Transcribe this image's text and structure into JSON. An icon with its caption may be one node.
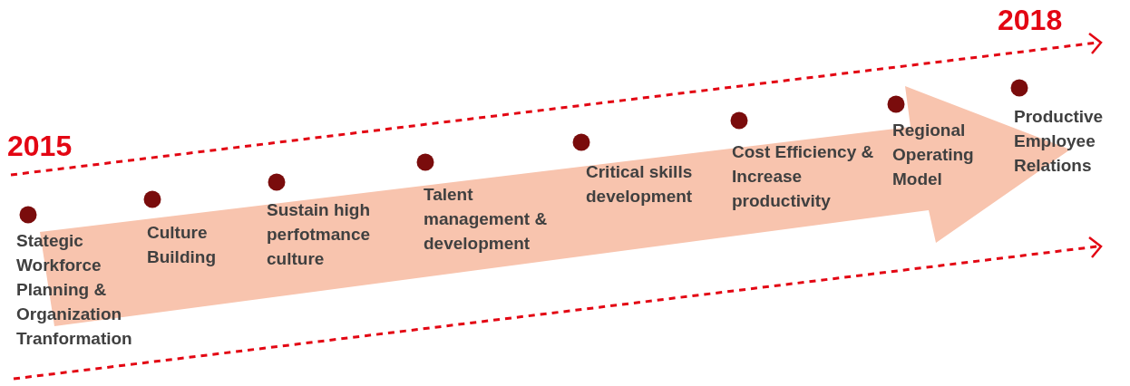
{
  "diagram": {
    "labels": [
      "2015",
      "2018",
      "Stategic Workforce Planning & Organization Tranformation",
      "Culture Building",
      "Sustain high perfotmance culture",
      "Talent management & development",
      "Critical skills development",
      "Cost Efficiency & Increase productivity",
      "Regional Operating Model",
      "Productive Employee Relations"
    ]
  }
}
